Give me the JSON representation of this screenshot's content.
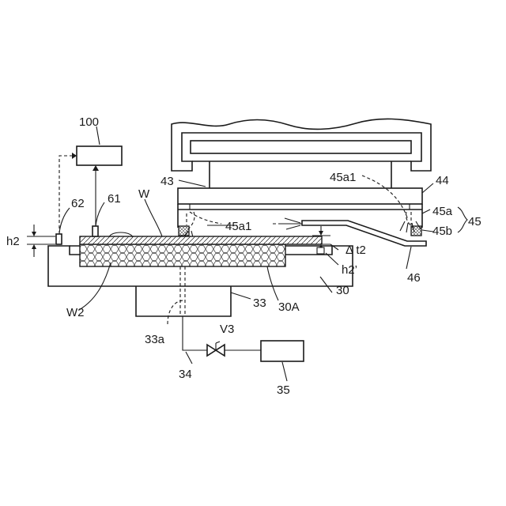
{
  "labels": {
    "controller": "100",
    "sensor_left": "62",
    "sensor_right": "61",
    "wafer": "W",
    "frame": "43",
    "ring": "44",
    "nozzle_top": "45a1",
    "nozzle_bottom": "45a1",
    "part_a": "45a",
    "part_b": "45b",
    "group": "45",
    "height_left": "h2",
    "delta": "Δ t2",
    "height_right": "h2’",
    "arm": "46",
    "chuck": "30",
    "chuck_top": "30A",
    "shaft": "33",
    "passage": "33a",
    "wafer_layer": "W2",
    "valve": "V3",
    "pipe": "34",
    "pump": "35"
  },
  "colors": {
    "line": "#1a1a1a",
    "background": "#ffffff"
  }
}
